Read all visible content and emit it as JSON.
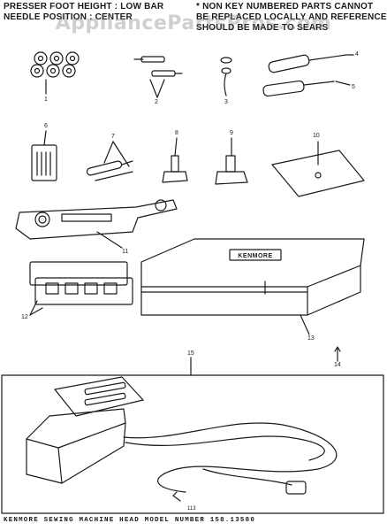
{
  "header": {
    "left_line1": "PRESSER FOOT HEIGHT : LOW BAR",
    "left_line2": "NEEDLE POSITION : CENTER",
    "right_line1": "* NON KEY NUMBERED PARTS CANNOT",
    "right_line2": "BE REPLACED LOCALLY AND REFERENCE",
    "right_line3": "SHOULD BE MADE TO SEARS"
  },
  "watermark": "AppliancePartsPros.com",
  "callouts": [
    "1",
    "2",
    "3",
    "4",
    "5",
    "6",
    "7",
    "8",
    "9",
    "10",
    "11",
    "12",
    "13",
    "14",
    "15"
  ],
  "case_label": "KENMORE",
  "footer": {
    "text": "KENMORE  SEWING  MACHINE  HEAD  MODEL  NUMBER  158.13580",
    "page_code": "113"
  }
}
